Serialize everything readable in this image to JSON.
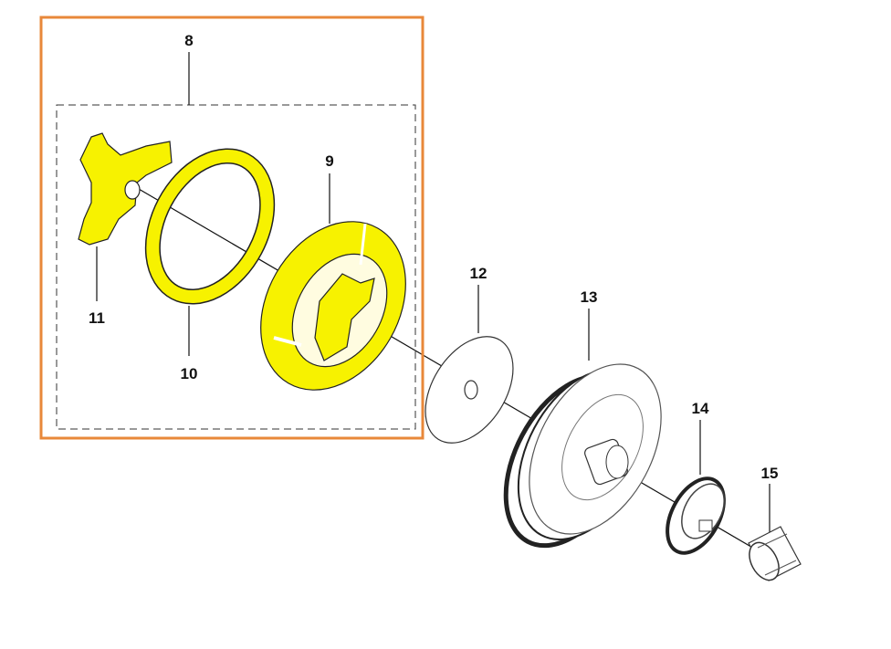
{
  "diagram": {
    "highlight_color": "#e8883a",
    "part_color": "#f7f200",
    "labels": {
      "p8": "8",
      "p9": "9",
      "p10": "10",
      "p11": "11",
      "p12": "12",
      "p13": "13",
      "p14": "14",
      "p15": "15"
    }
  }
}
